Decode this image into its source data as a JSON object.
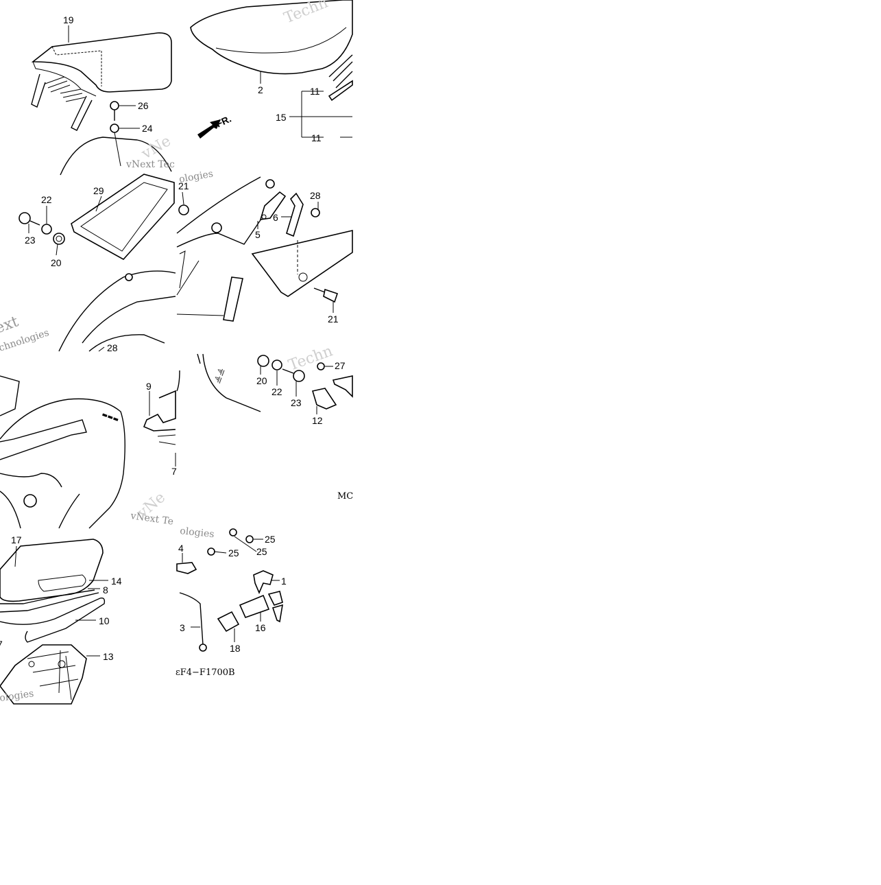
{
  "diagram": {
    "callouts": [
      {
        "id": "c19",
        "text": "19"
      },
      {
        "id": "c2",
        "text": "2"
      },
      {
        "id": "c26",
        "text": "26"
      },
      {
        "id": "c24",
        "text": "24"
      },
      {
        "id": "c11a",
        "text": "11"
      },
      {
        "id": "c15",
        "text": "15"
      },
      {
        "id": "c11b",
        "text": "11"
      },
      {
        "id": "c29",
        "text": "29"
      },
      {
        "id": "c22a",
        "text": "22"
      },
      {
        "id": "c23a",
        "text": "23"
      },
      {
        "id": "c20a",
        "text": "20"
      },
      {
        "id": "c21a",
        "text": "21"
      },
      {
        "id": "c5",
        "text": "5"
      },
      {
        "id": "c6",
        "text": "6"
      },
      {
        "id": "c28a",
        "text": "28"
      },
      {
        "id": "c21b",
        "text": "21"
      },
      {
        "id": "c28b",
        "text": "28"
      },
      {
        "id": "c9",
        "text": "9"
      },
      {
        "id": "c7a",
        "text": "7"
      },
      {
        "id": "c20b",
        "text": "20"
      },
      {
        "id": "c22b",
        "text": "22"
      },
      {
        "id": "c23b",
        "text": "23"
      },
      {
        "id": "c27",
        "text": "27"
      },
      {
        "id": "c12",
        "text": "12"
      },
      {
        "id": "c17",
        "text": "17"
      },
      {
        "id": "c14",
        "text": "14"
      },
      {
        "id": "c8",
        "text": "8"
      },
      {
        "id": "c10",
        "text": "10"
      },
      {
        "id": "c13",
        "text": "13"
      },
      {
        "id": "c7b",
        "text": "7"
      },
      {
        "id": "c4",
        "text": "4"
      },
      {
        "id": "c25a",
        "text": "25"
      },
      {
        "id": "c25b",
        "text": "25"
      },
      {
        "id": "c25c",
        "text": "25"
      },
      {
        "id": "c1",
        "text": "1"
      },
      {
        "id": "c3",
        "text": "3"
      },
      {
        "id": "c16",
        "text": "16"
      },
      {
        "id": "c18",
        "text": "18"
      }
    ],
    "direction_label": "FR.",
    "code_partial": "MC",
    "figure_code": "ɛF4−F1700B",
    "watermarks": [
      {
        "id": "w1",
        "text": "Techn"
      },
      {
        "id": "w2",
        "text": "vNext Tec"
      },
      {
        "id": "w3",
        "text": "vNe"
      },
      {
        "id": "w4",
        "text": "ologies"
      },
      {
        "id": "w5",
        "text": "ext"
      },
      {
        "id": "w6",
        "text": "chnologies"
      },
      {
        "id": "w7",
        "text": "Techn"
      },
      {
        "id": "w8",
        "text": "vNext Te"
      },
      {
        "id": "w9",
        "text": "vNe"
      },
      {
        "id": "w10",
        "text": "ologies"
      },
      {
        "id": "w11",
        "text": "ologies"
      }
    ],
    "colors": {
      "ink": "#000000",
      "watermark": "#cfcfcf",
      "background": "#ffffff"
    }
  }
}
